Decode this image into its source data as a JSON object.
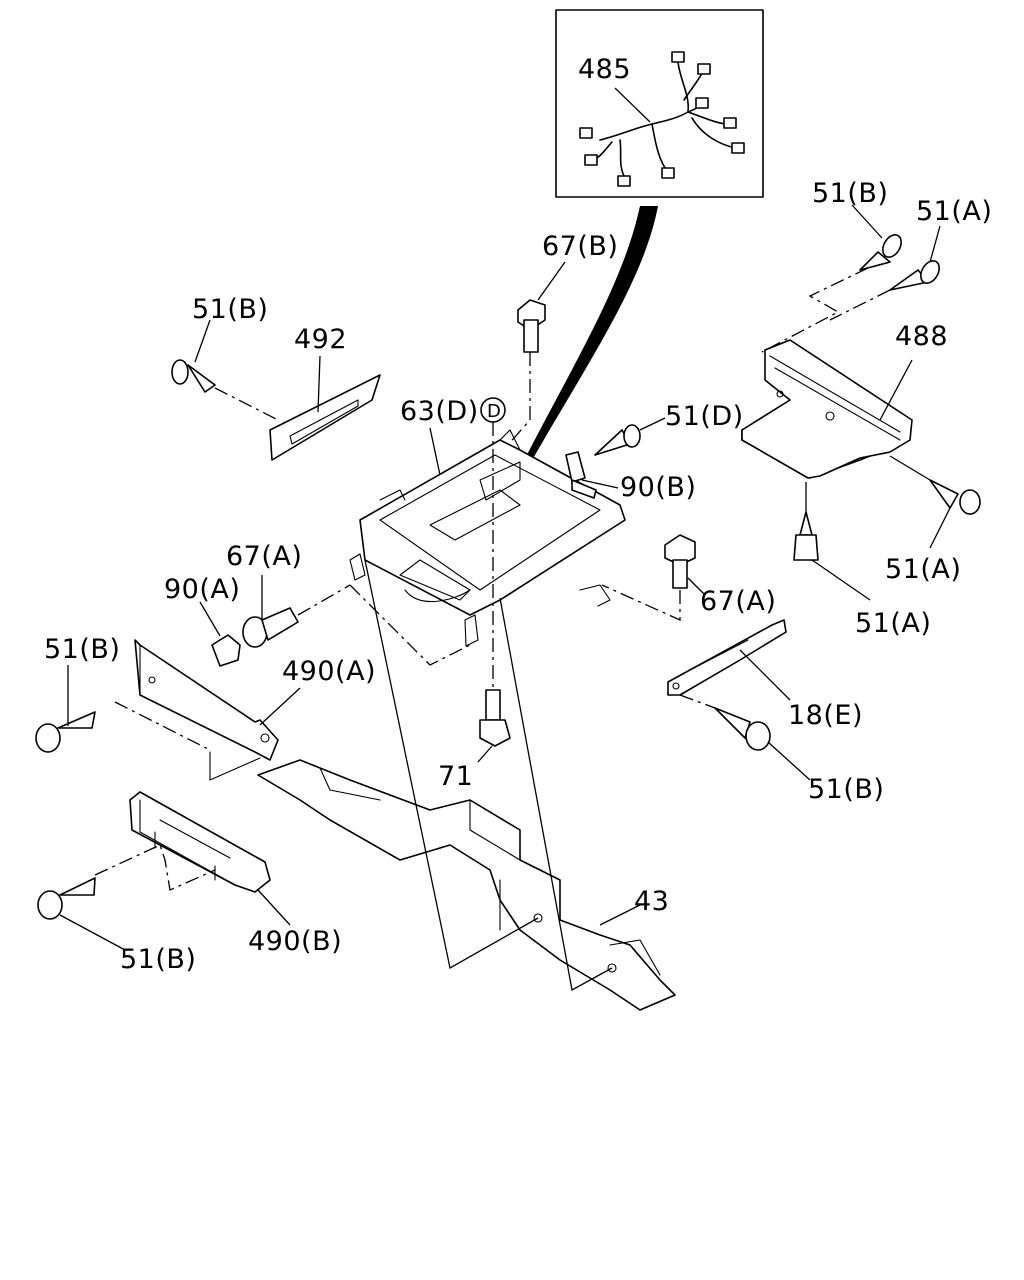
{
  "callouts": {
    "c485": "485",
    "c51B_top": "51(B)",
    "c51A_top": "51(A)",
    "c67B": "67(B)",
    "c488": "488",
    "c51B_left": "51(B)",
    "c492": "492",
    "c63D": "63(D)",
    "cD": "D",
    "c51D": "51(D)",
    "c90B": "90(B)",
    "c51A_right": "51(A)",
    "c67A_left": "67(A)",
    "c90A": "90(A)",
    "c67A_right": "67(A)",
    "c51A_lower": "51(A)",
    "c51B_mid_left": "51(B)",
    "c490A": "490(A)",
    "c18E": "18(E)",
    "c71": "71",
    "c51B_right_low": "51(B)",
    "c43": "43",
    "c490B": "490(B)",
    "c51B_bottom": "51(B)"
  }
}
